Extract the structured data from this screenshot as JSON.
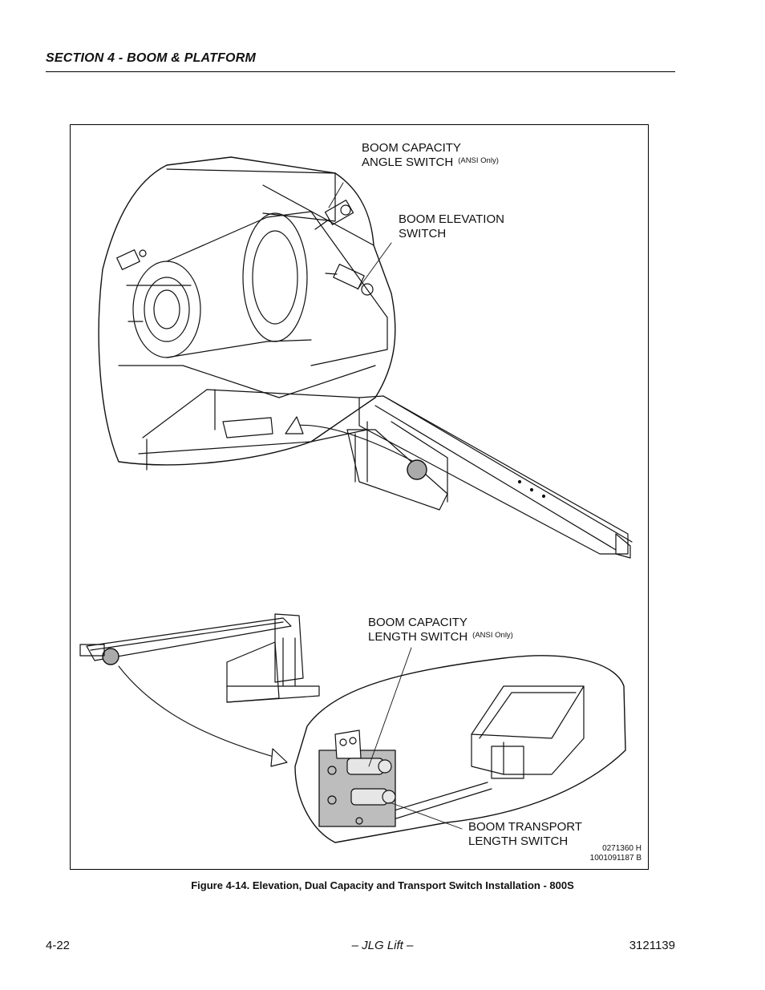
{
  "header": {
    "section_title": "SECTION 4 - BOOM & PLATFORM"
  },
  "figure": {
    "labels": {
      "capacity_angle_line1": "BOOM CAPACITY",
      "capacity_angle_line2": "ANGLE SWITCH",
      "capacity_angle_note": "(ANSI Only)",
      "elevation_line1": "BOOM ELEVATION",
      "elevation_line2": "SWITCH",
      "capacity_length_line1": "BOOM CAPACITY",
      "capacity_length_line2": "LENGTH SWITCH",
      "capacity_length_note": "(ANSI Only)",
      "transport_line1": "BOOM TRANSPORT",
      "transport_line2": "LENGTH SWITCH"
    },
    "ref_codes": [
      "0271360 H",
      "1001091187 B"
    ],
    "caption": "Figure 4-14.  Elevation, Dual Capacity and Transport Switch Installation - 800S"
  },
  "footer": {
    "page_number": "4-22",
    "center_text": "– JLG Lift –",
    "doc_number": "3121139"
  }
}
